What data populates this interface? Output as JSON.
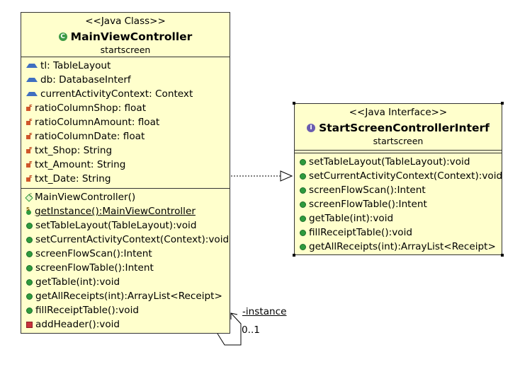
{
  "main_class": {
    "stereotype": "<<Java Class>>",
    "name": "MainViewController",
    "package": "startscreen",
    "icon": "class-icon",
    "fields": [
      {
        "icon": "package-field-icon",
        "text": "tl: TableLayout"
      },
      {
        "icon": "package-field-icon",
        "text": "db: DatabaseInterf"
      },
      {
        "icon": "package-field-icon",
        "text": "currentActivityContext: Context"
      },
      {
        "icon": "final-field-icon",
        "text": "ratioColumnShop: float"
      },
      {
        "icon": "final-field-icon",
        "text": "ratioColumnAmount: float"
      },
      {
        "icon": "final-field-icon",
        "text": "ratioColumnDate: float"
      },
      {
        "icon": "final-field-icon",
        "text": "txt_Shop: String"
      },
      {
        "icon": "final-field-icon",
        "text": "txt_Amount: String"
      },
      {
        "icon": "final-field-icon",
        "text": "txt_Date: String"
      }
    ],
    "methods": [
      {
        "icon": "constructor-icon",
        "text": "MainViewController()"
      },
      {
        "icon": "static-method-icon",
        "text": "getInstance():MainViewController",
        "underline": true
      },
      {
        "icon": "public-method-icon",
        "text": "setTableLayout(TableLayout):void"
      },
      {
        "icon": "public-method-icon",
        "text": "setCurrentActivityContext(Context):void"
      },
      {
        "icon": "public-method-icon",
        "text": "screenFlowScan():Intent"
      },
      {
        "icon": "public-method-icon",
        "text": "screenFlowTable():Intent"
      },
      {
        "icon": "public-method-icon",
        "text": "getTable(int):void"
      },
      {
        "icon": "public-method-icon",
        "text": "getAllReceipts(int):ArrayList<Receipt>"
      },
      {
        "icon": "public-method-icon",
        "text": "fillReceiptTable():void"
      },
      {
        "icon": "private-method-icon",
        "text": "addHeader():void"
      }
    ]
  },
  "interface": {
    "stereotype": "<<Java Interface>>",
    "name": "StartScreenControllerInterf",
    "package": "startscreen",
    "icon": "interface-icon",
    "methods": [
      {
        "icon": "public-method-icon",
        "text": "setTableLayout(TableLayout):void"
      },
      {
        "icon": "public-method-icon",
        "text": "setCurrentActivityContext(Context):void"
      },
      {
        "icon": "public-method-icon",
        "text": "screenFlowScan():Intent"
      },
      {
        "icon": "public-method-icon",
        "text": "screenFlowTable():Intent"
      },
      {
        "icon": "public-method-icon",
        "text": "getTable(int):void"
      },
      {
        "icon": "public-method-icon",
        "text": "fillReceiptTable():void"
      },
      {
        "icon": "public-method-icon",
        "text": "getAllReceipts(int):ArrayList<Receipt>"
      }
    ]
  },
  "relations": {
    "self_association_role": "-instance",
    "self_association_multiplicity": "0..1"
  },
  "colors": {
    "box_fill": "#ffffcc",
    "border": "#333333"
  }
}
